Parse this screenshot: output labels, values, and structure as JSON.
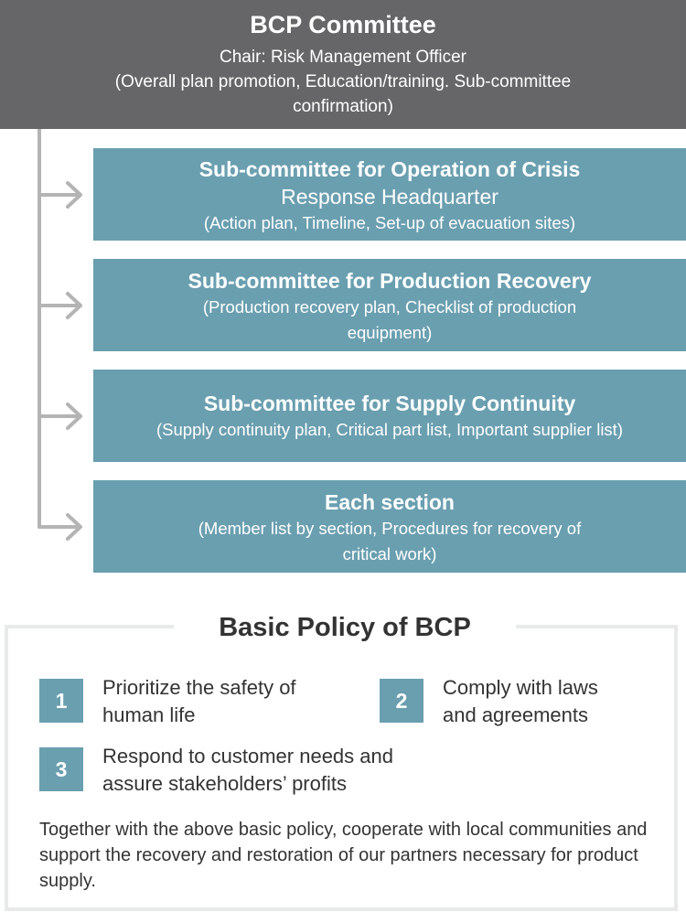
{
  "committee": {
    "title": "BCP Committee",
    "chair": "Chair: Risk Management Officer",
    "roles_line1": "(Overall plan promotion, Education/training. Sub-committee",
    "roles_line2": "confirmation)"
  },
  "subcommittees": [
    {
      "title": "Sub-committee for Operation of Crisis",
      "subtitle": "Response Headquarter",
      "details": "(Action plan, Timeline, Set-up of evacuation sites)"
    },
    {
      "title": "Sub-committee for Production Recovery",
      "details_line1": "(Production recovery plan, Checklist of production",
      "details_line2": "equipment)"
    },
    {
      "title": "Sub-committee for Supply Continuity",
      "details": "(Supply continuity plan, Critical part list, Important supplier list)"
    },
    {
      "title": "Each section",
      "details_line1": "(Member list by section, Procedures for recovery of",
      "details_line2": "critical work)"
    }
  ],
  "policy": {
    "title": "Basic Policy of BCP",
    "items": [
      {
        "number": "1",
        "line1": "Prioritize the safety of",
        "line2": "human life"
      },
      {
        "number": "2",
        "line1": "Comply with laws",
        "line2": "and agreements"
      },
      {
        "number": "3",
        "line1": "Respond to customer needs and",
        "line2": "assure stakeholders’ profits"
      }
    ],
    "closing": "Together with the above basic policy, cooperate with local communities and support the recovery and restoration of our partners necessary for product supply."
  },
  "colors": {
    "header": "#666668",
    "box": "#6a9fb0",
    "connector": "#b4b4b4",
    "frame": "#e8eaea"
  }
}
